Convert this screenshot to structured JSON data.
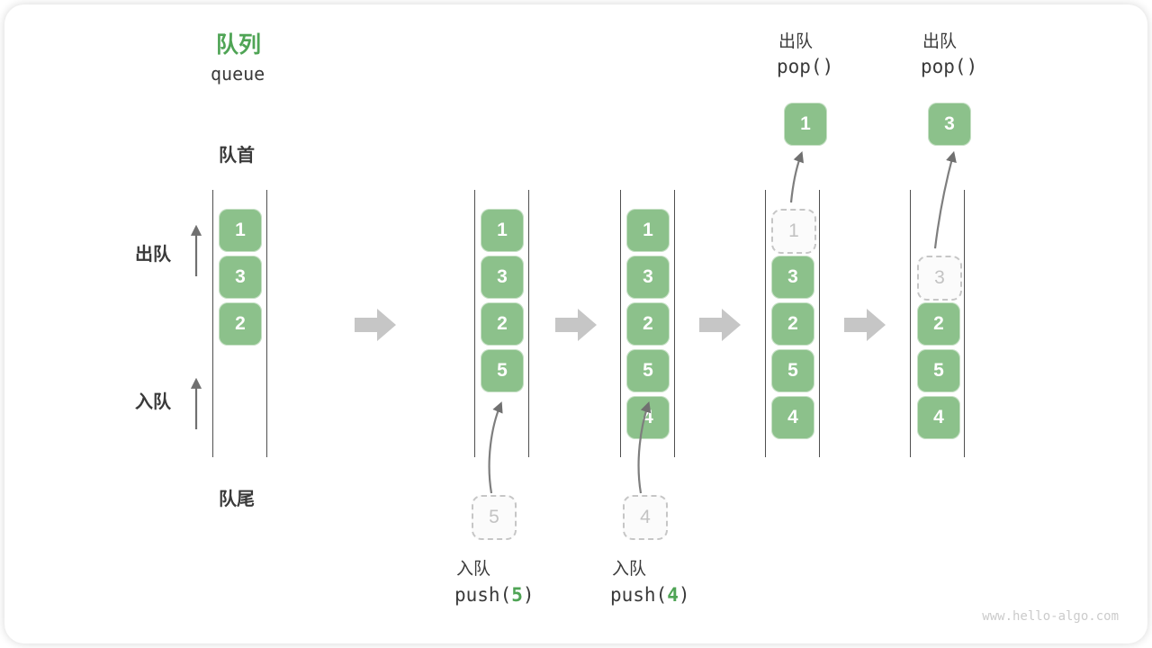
{
  "title": {
    "zh": "队列",
    "en": "queue"
  },
  "side_labels": {
    "front": "队首",
    "rear": "队尾",
    "dequeue": "出队",
    "enqueue": "入队"
  },
  "states": [
    {
      "cells": [
        "1",
        "3",
        "2"
      ]
    },
    {
      "cells": [
        "1",
        "3",
        "2",
        "5"
      ],
      "incoming": "5"
    },
    {
      "cells": [
        "1",
        "3",
        "2",
        "5",
        "4"
      ],
      "incoming": "4"
    },
    {
      "cells": [
        "3",
        "2",
        "5",
        "4"
      ],
      "leaving": "1",
      "popped": "1"
    },
    {
      "cells": [
        "2",
        "5",
        "4"
      ],
      "leaving": "3",
      "popped": "3"
    }
  ],
  "operations": {
    "push5": {
      "label": "入队",
      "fn": "push(",
      "arg": "5",
      "close": ")"
    },
    "push4": {
      "label": "入队",
      "fn": "push(",
      "arg": "4",
      "close": ")"
    },
    "pop1": {
      "label": "出队",
      "fn": "pop()"
    },
    "pop2": {
      "label": "出队",
      "fn": "pop()"
    }
  },
  "watermark": "www.hello-algo.com",
  "colors": {
    "accent_green": "#4fa455",
    "box_green": "#8cc18b",
    "block_arrow_gray": "#c6c6c6",
    "channel_line": "#4f4f4f",
    "dashed_gray": "#c6c6c6",
    "text_dark": "#3a3a3a",
    "watermark_gray": "#cbcbcb"
  }
}
